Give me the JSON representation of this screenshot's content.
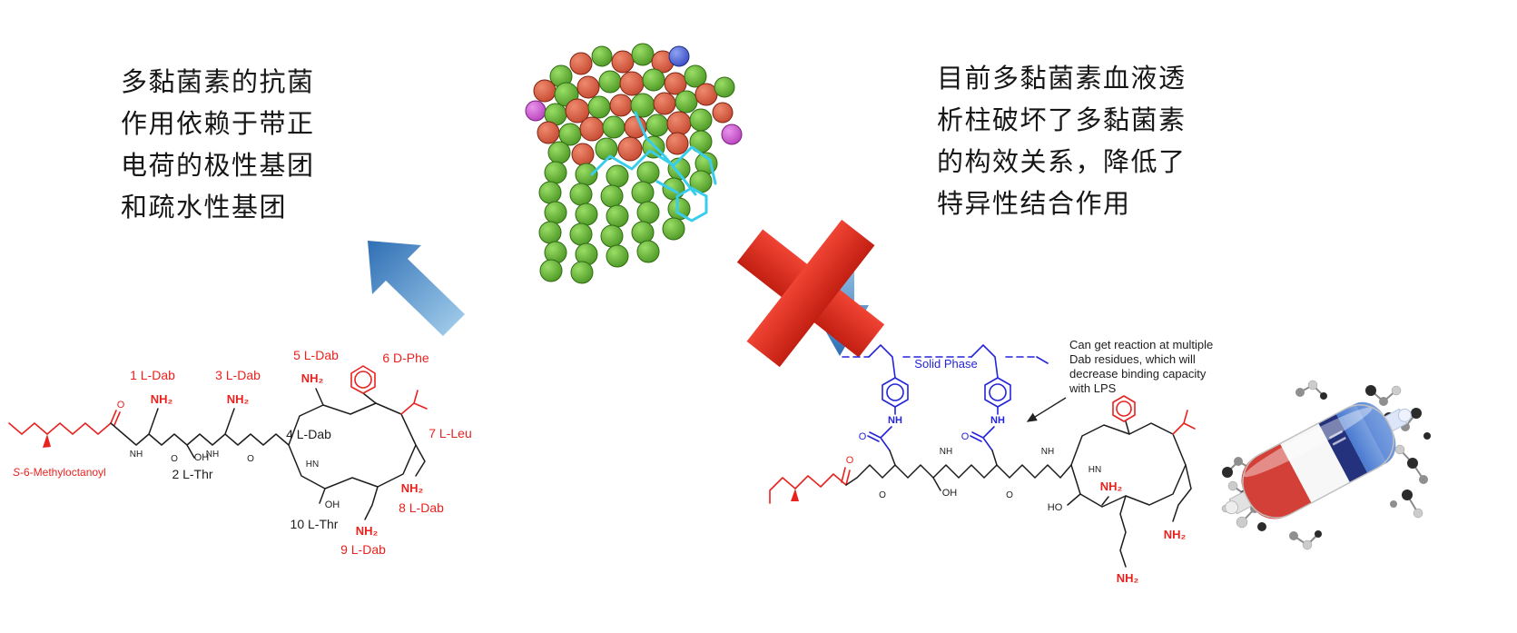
{
  "colors": {
    "text": "#161616",
    "structure-red": "#e8231f",
    "structure-blue": "#2424d8",
    "arrow-blue-dark": "#2f6fb5",
    "arrow-blue-light": "#a8d2ee",
    "cross-red": "#df2f22",
    "sphere-green": "#479220",
    "sphere-red": "#c2442c",
    "sphere-blue": "#3246c0",
    "sphere-magenta": "#b53bba",
    "stick-cyan": "#38cdeb",
    "cartridge-red": "#d24038",
    "cartridge-blue": "#4a7ad0",
    "cartridge-band": "#24327e"
  },
  "captions": {
    "left": [
      "多黏菌素的抗菌",
      "作用依赖于带正",
      "电荷的极性基团",
      "和疏水性基团"
    ],
    "right": [
      "目前多黏菌素血液透",
      "析柱破坏了多黏菌素",
      "的构效关系，降低了",
      "特异性结合作用"
    ]
  },
  "left_structure": {
    "acyl_prefix": "S",
    "acyl_rest": "-6-Methyloctanoyl",
    "residues": {
      "r1": "1 L-Dab",
      "r2": "2 L-Thr",
      "r3": "3 L-Dab",
      "r4": "4 L-Dab",
      "r5": "5 L-Dab",
      "r6": "6 D-Phe",
      "r7": "7 L-Leu",
      "r8": "8 L-Dab",
      "r9": "9 L-Dab",
      "r10": "10 L-Thr"
    }
  },
  "right_structure": {
    "solid_phase": "Solid Phase",
    "annotation": [
      "Can get reaction at multiple",
      "Dab residues, which will",
      "decrease binding capacity",
      "with LPS"
    ]
  },
  "chem": {
    "nh2": "NH₂",
    "nh": "NH",
    "hn": "HN",
    "o": "O",
    "oh": "OH",
    "ho": "HO"
  }
}
